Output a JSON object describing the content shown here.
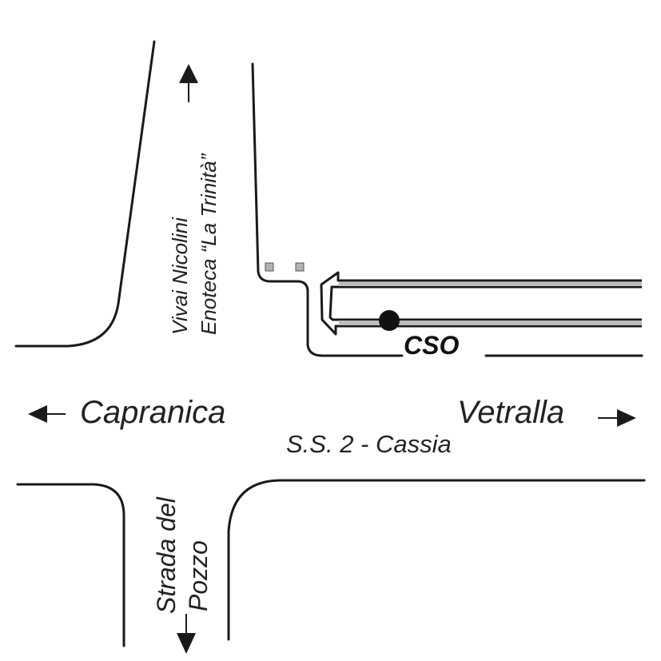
{
  "map": {
    "labels": {
      "west_destination": "Capranica",
      "east_destination": "Vetralla",
      "main_road": "S.S. 2 - Cassia",
      "north_road_line1": "Vivai Nicolini",
      "north_road_line2": "Enoteca “La Trinità”",
      "south_road_line1": "Strada del",
      "south_road_line2": "Pozzo",
      "destination_marker": "CSO"
    },
    "colors": {
      "road_line": "#1a1a1a",
      "background": "#ffffff",
      "marker_squares": "#b3b3b3"
    },
    "icons": {
      "direction_arrows": [
        "arrow-up-icon",
        "arrow-left-icon",
        "arrow-right-icon",
        "arrow-down-icon"
      ],
      "location_marker": "filled-circle-icon",
      "turn_arrow": "double-line-arrow-left-icon"
    }
  }
}
